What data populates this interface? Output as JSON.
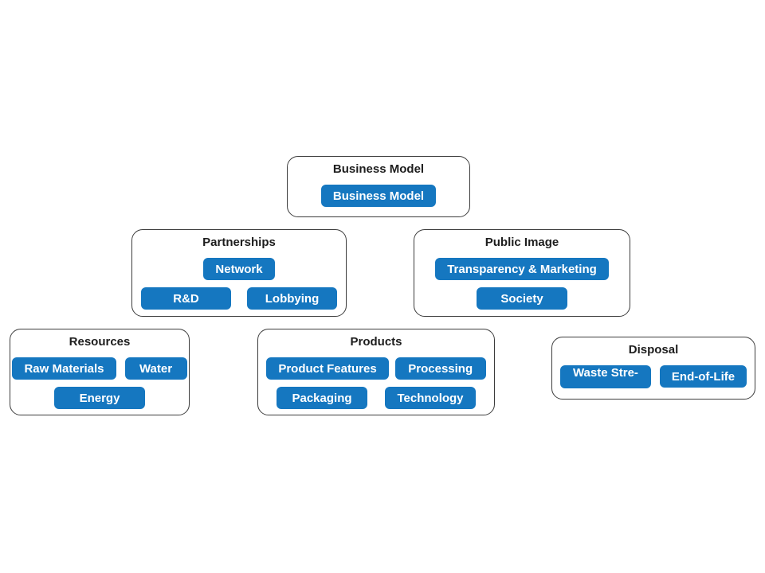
{
  "colors": {
    "node_fill": "#1577C0",
    "node_text": "#ffffff",
    "group_border": "#3c3c3c",
    "group_fill": "#ffffff",
    "title_text": "#1d1d1d",
    "canvas_background": "#ffffff"
  },
  "groups": [
    {
      "id": "business-model",
      "title": "Business Model",
      "rows": [
        [
          "Business Model"
        ]
      ]
    },
    {
      "id": "partnerships",
      "title": "Partnerships",
      "rows": [
        [
          "Network"
        ],
        [
          "R&D",
          "Lobbying"
        ]
      ]
    },
    {
      "id": "public-image",
      "title": "Public Image",
      "rows": [
        [
          "Transparency & Marketing"
        ],
        [
          "Society"
        ]
      ]
    },
    {
      "id": "resources",
      "title": "Resources",
      "rows": [
        [
          "Raw Materials",
          "Water"
        ],
        [
          "Energy"
        ]
      ]
    },
    {
      "id": "products",
      "title": "Products",
      "rows": [
        [
          "Product Features",
          "Processing"
        ],
        [
          "Packaging",
          "Technology"
        ]
      ]
    },
    {
      "id": "disposal",
      "title": "Disposal",
      "rows": [
        [
          "Waste Stre-",
          "End-of-Life"
        ]
      ]
    }
  ]
}
